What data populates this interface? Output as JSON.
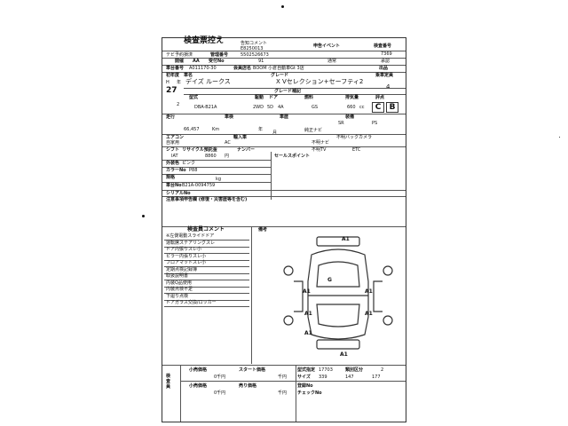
{
  "header": {
    "title": "検査票控え",
    "remark_label": "告知コメント",
    "event_label": "申告イベント",
    "inspection_no_label": "検査番号",
    "inspection_no": "7369",
    "approval": "承認"
  },
  "rows": {
    "auction_label": "テビ予約損済",
    "mgmt_no_label": "管理番号",
    "mgmt_no": "5502526673",
    "exhibit_no": "E8250013",
    "seat_label": "開催",
    "seat_value": "AA",
    "accept_label": "受付No",
    "accept_value": "91",
    "normal": "通常",
    "chassis_label": "車台番号",
    "chassis": "A011170-30",
    "member_label": "会員店名",
    "member": "BOOM 小倉自動車Gt 3店",
    "seat2_label": "出品",
    "first_reg_label": "初年度",
    "year_prefix": "H",
    "year_suffix": "年",
    "year_value": "27",
    "month_value": "2",
    "car_name_label": "車名",
    "car_name": "デイズ ルークス",
    "grade_label": "グレード",
    "grade": "X Vセレクション+セーフティ2",
    "capacity_label": "乗車定員",
    "capacity": "4",
    "grade_detail_label": "グレード補記",
    "model_label": "型式",
    "model": "DBA-B21A",
    "drive_label": "駆動",
    "drive": "2WD",
    "doors_label": "ドア",
    "doors": "5D",
    "seats": "4A",
    "fuel_label": "燃料",
    "fuel": "GS",
    "displacement_label": "排気量",
    "displacement": "660",
    "cc": "cc",
    "score_label": "評点",
    "grade_c": "C",
    "grade_b": "B",
    "mileage_label": "走行",
    "mileage": "66,457",
    "km": "Km",
    "vehicle_inspection_label": "車検",
    "year2": "年",
    "month2": "月",
    "history_label": "車歴",
    "equip_label": "装備",
    "ac_label": "エアコン",
    "ac_value": "AC",
    "import_label": "輸入車",
    "shift_label": "シフト",
    "shift": "IAT",
    "recycle_label": "リサイクル預託金",
    "recycle": "8860",
    "yen": "円",
    "plate_label": "ナンバー",
    "own_use": "自家用",
    "sales_point_label": "セールスポイント",
    "exterior_color_label": "外装色",
    "exterior_color": "ピンク",
    "color_no_label": "カラーNo",
    "color_no": "P88",
    "spec_label": "規格",
    "kg": "kg",
    "car_no_label": "車台No",
    "car_no": "B21A-0094759",
    "serial_label": "シリアルNo",
    "notes_label": "注意事項申告欄 (修復・災害歴等を含む)",
    "equipment_items": [
      "SR",
      "PS",
      "純正ナビ",
      "不明バックカメラ",
      "不明ナビ",
      "不明TV",
      "ETC"
    ]
  },
  "inspector": {
    "title": "検査員コメント",
    "memo_label": "備考",
    "comments": [
      "※左側電動スライドドア",
      "運転席ステアリングスレ",
      "ドア内張りスレ小",
      "ピラー内張りスレ小",
      "フロアマットスレ小",
      "定期点検記録簿",
      "取扱説明書",
      "内装Q品使用",
      "内装点検不足",
      "下廻り点検",
      "ドアガラス交換/ロッカー"
    ]
  },
  "diagram": {
    "labels": [
      "A1",
      "A1",
      "A1",
      "A1",
      "A1",
      "A1",
      "G",
      "A1"
    ]
  },
  "footer": {
    "checker_label": "検査員",
    "price_label": "小売価格",
    "price_value": "0千円",
    "start_label": "スタート価格",
    "sale_label": "売り価格",
    "price2_value": "0千円",
    "flow_label": "千円",
    "model_year_label": "型式指定",
    "model_year": "17703",
    "category_label": "類別区分",
    "category": "2",
    "size_label": "サイズ",
    "size_length": "339",
    "size_width": "147",
    "size_height": "177",
    "registered_label": "登録No",
    "check_label": "チェックNo"
  }
}
